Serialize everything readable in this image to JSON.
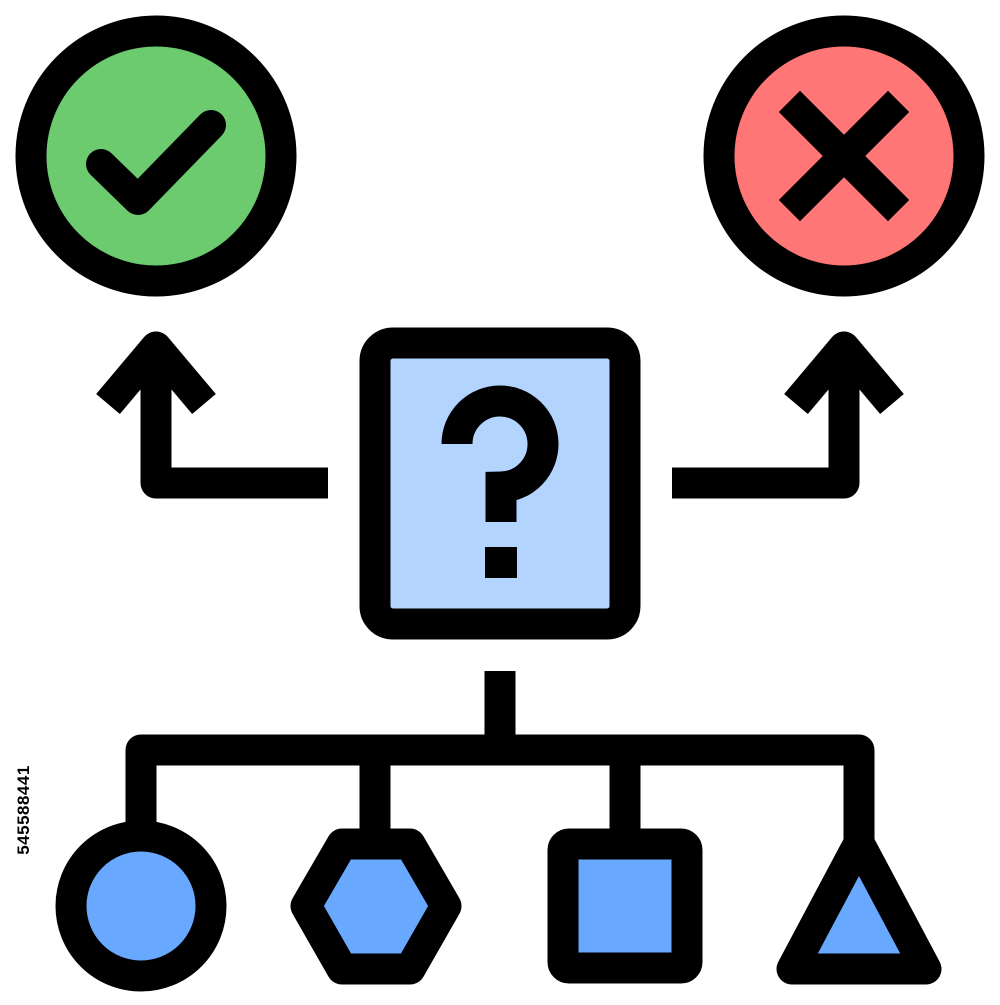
{
  "icon": {
    "question_mark": "question-icon",
    "accept": "check-icon",
    "reject": "cross-icon",
    "options": [
      "circle-shape",
      "hexagon-shape",
      "square-shape",
      "triangle-shape"
    ]
  },
  "colors": {
    "outline": "#000000",
    "accept_fill": "#6ccb6f",
    "reject_fill": "#ff7677",
    "question_fill": "#b3d4ff",
    "option_fill": "#69a8ff",
    "background": "#ffffff"
  },
  "watermark": {
    "stock_id": "545588441"
  }
}
